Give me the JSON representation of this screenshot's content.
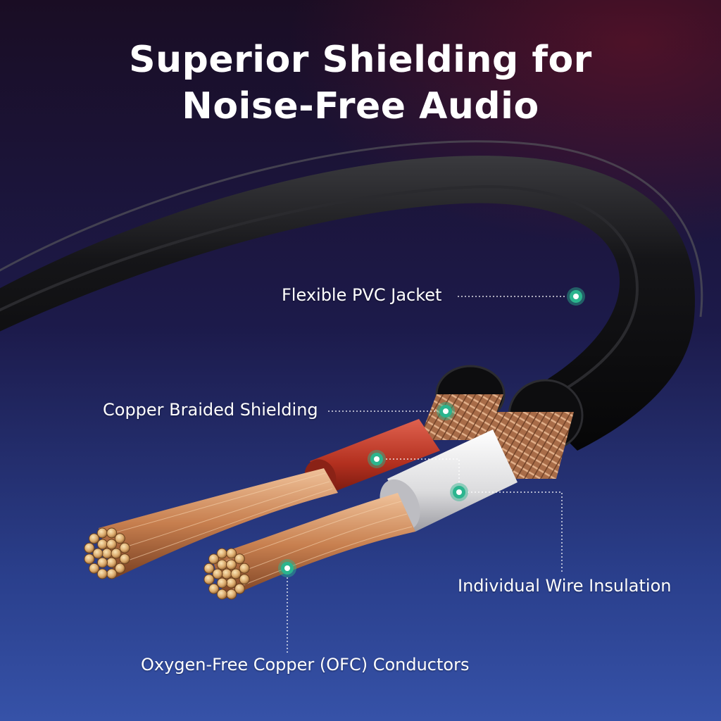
{
  "title": {
    "line1": "Superior Shielding for",
    "line2": "Noise-Free Audio"
  },
  "callouts": {
    "jacket": "Flexible PVC Jacket",
    "braid": "Copper Braided Shielding",
    "insulation": "Individual Wire Insulation",
    "conductors": "Oxygen-Free Copper (OFC) Conductors"
  },
  "colors": {
    "marker": "#2bb58e",
    "jacket": "#141416",
    "red_insulation": "#b8382a",
    "white_insulation": "#e9e9ea",
    "copper": "#c98a5c"
  }
}
